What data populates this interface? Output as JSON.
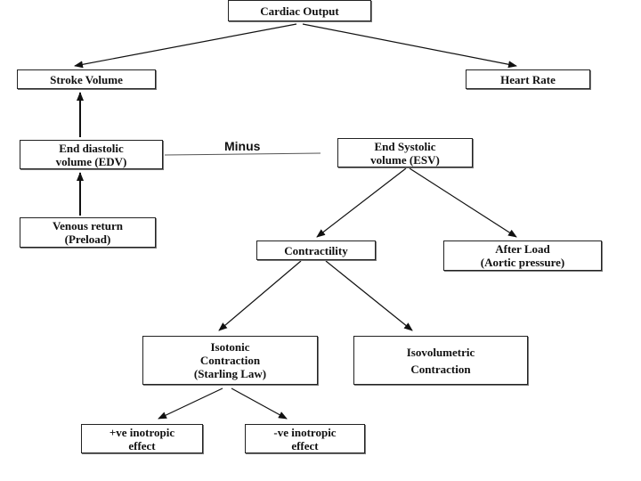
{
  "nodes": {
    "cardiac_output": "Cardiac Output",
    "stroke_volume": "Stroke Volume",
    "heart_rate": "Heart Rate",
    "edv": [
      "End diastolic",
      "volume (EDV)"
    ],
    "esv": [
      "End Systolic",
      "volume (ESV)"
    ],
    "venous_return": [
      "Venous return",
      "(Preload)"
    ],
    "contractility": "Contractility",
    "after_load": [
      "After Load",
      "(Aortic pressure)"
    ],
    "isotonic": [
      "Isotonic",
      "Contraction",
      "(Starling Law)"
    ],
    "isovolumetric": [
      "Isovolumetric",
      "Contraction"
    ],
    "positive_inotropic": [
      "+ve inotropic",
      "effect"
    ],
    "negative_inotropic": [
      "-ve inotropic",
      "effect"
    ]
  },
  "labels": {
    "minus": "Minus"
  }
}
